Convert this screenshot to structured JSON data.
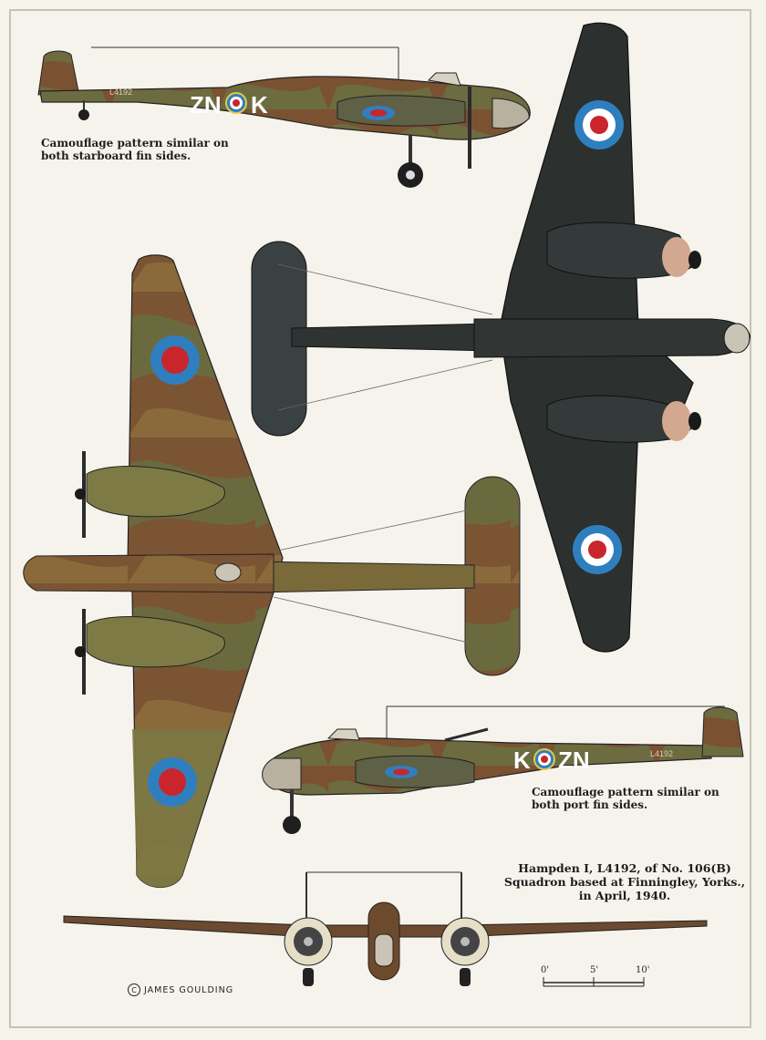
{
  "captions": {
    "starboard_note": "Camouflage pattern similar on both starboard fin sides.",
    "port_note": "Camouflage pattern similar on both port fin sides.",
    "aircraft_line1": "Hampden I, L4192, of No. 106(B)",
    "aircraft_line2": "Squadron based at Finningley, Yorks.,",
    "aircraft_line3": "in April, 1940."
  },
  "markings": {
    "starboard_code": "ZN",
    "starboard_letter": "K",
    "port_letter": "K",
    "port_code": "ZN",
    "serial": "L4192"
  },
  "credit": {
    "symbol": "C",
    "name": "JAMES GOULDING"
  },
  "scale": {
    "labels": [
      "0'",
      "5'",
      "10'"
    ]
  },
  "colors": {
    "camo_brown": "#6e4a2c",
    "camo_green": "#6f6a3c",
    "night_black": "#2a2e2c",
    "roundel_red": "#c9252c",
    "roundel_blue": "#2f7fbf",
    "roundel_yellow": "#e5c74a"
  }
}
